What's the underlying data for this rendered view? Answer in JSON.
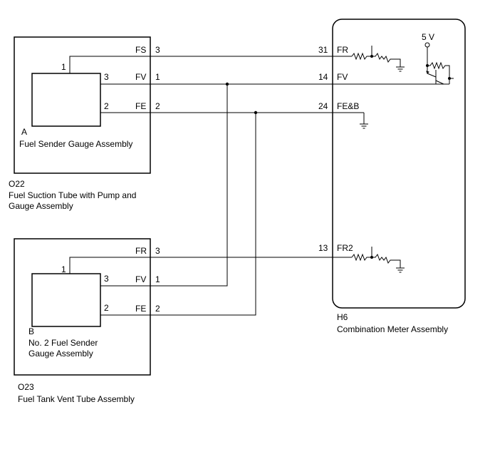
{
  "o22": {
    "sub": "A",
    "sub_name": "Fuel Sender Gauge Assembly",
    "code": "O22",
    "name_line1": "Fuel Suction Tube with Pump and",
    "name_line2": "Gauge Assembly",
    "inner_pin_1": "1",
    "inner_pin_3": "3",
    "inner_pin_2": "2",
    "term_fs": "FS",
    "term_fs_pin": "3",
    "term_fv": "FV",
    "term_fv_pin": "1",
    "term_fe": "FE",
    "term_fe_pin": "2"
  },
  "o23": {
    "sub": "B",
    "sub_name_line1": "No. 2 Fuel Sender",
    "sub_name_line2": "Gauge Assembly",
    "code": "O23",
    "name": "Fuel Tank Vent Tube Assembly",
    "inner_pin_1": "1",
    "inner_pin_3": "3",
    "inner_pin_2": "2",
    "term_fr": "FR",
    "term_fr_pin": "3",
    "term_fv": "FV",
    "term_fv_pin": "1",
    "term_fe": "FE",
    "term_fe_pin": "2"
  },
  "h6": {
    "code": "H6",
    "name": "Combination Meter Assembly",
    "supply": "5 V",
    "pin_31": "31",
    "term_fr": "FR",
    "pin_14": "14",
    "term_fv": "FV",
    "pin_24": "24",
    "term_feb": "FE&B",
    "pin_13": "13",
    "term_fr2": "FR2"
  }
}
